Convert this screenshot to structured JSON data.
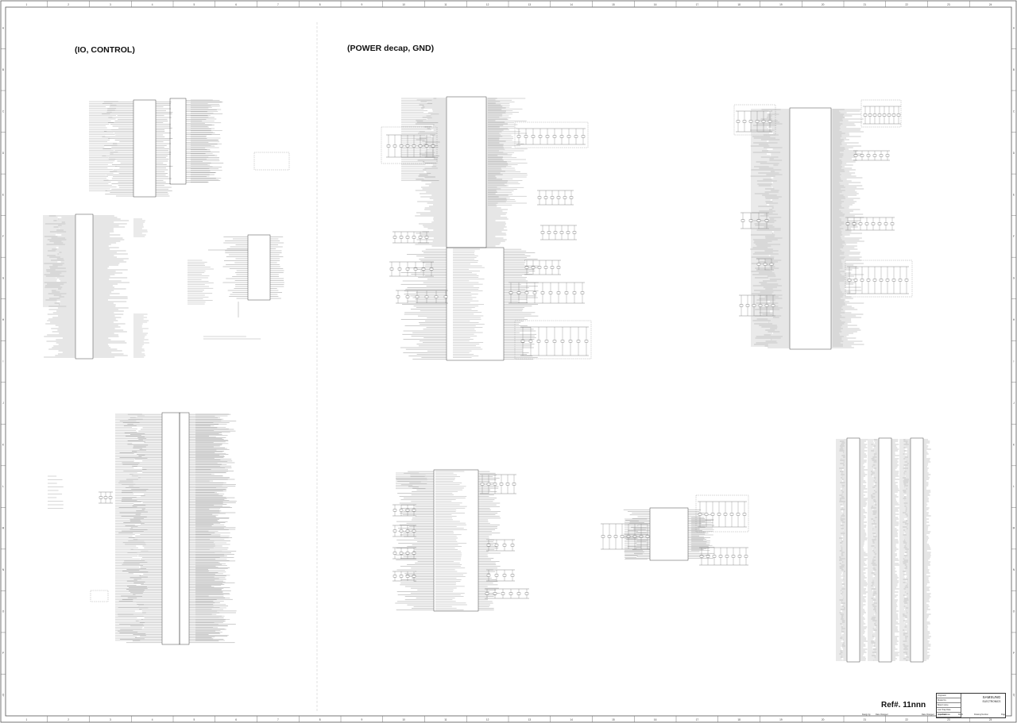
{
  "sheet": {
    "section_titles": [
      "(IO, CONTROL)",
      "(POWER decap, GND)"
    ],
    "reference": "Ref#. 11nnn",
    "title_block": {
      "brand_line1": "SAMSUNG",
      "brand_line2": "ELECTRONICS",
      "fields": [
        "Originator",
        "Model No.",
        "Board name",
        "Last Tcap Date",
        "Approval Date",
        "Last Save Date"
      ],
      "footer": [
        "Design by",
        "Date Changed",
        "Date Changed",
        "Last Date",
        "Mod1",
        "Drawing Number",
        "Page"
      ]
    },
    "border": {
      "columns": [
        "1",
        "2",
        "3",
        "4",
        "5",
        "6",
        "7",
        "8",
        "9",
        "10",
        "11",
        "12",
        "13",
        "14",
        "15",
        "16",
        "17",
        "18",
        "19",
        "20",
        "21",
        "22",
        "23",
        "24"
      ],
      "rows": [
        "A",
        "B",
        "C",
        "D",
        "E",
        "F",
        "G",
        "H",
        "I",
        "J",
        "K",
        "L",
        "M",
        "N",
        "O",
        "P",
        "Q"
      ]
    }
  }
}
